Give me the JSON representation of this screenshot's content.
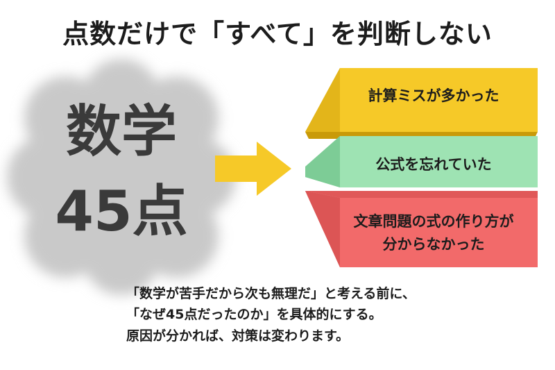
{
  "title": "点数だけで「すべて」を判断しない",
  "score": {
    "line1": "数学",
    "line2": "45点"
  },
  "reasons": [
    {
      "label": "計算ミスが多かった",
      "color": "#f6c928"
    },
    {
      "label": "公式を忘れていた",
      "color": "#9ee3b3"
    },
    {
      "label": "文章問題の式の作り方が分からなかった",
      "line1": "文章問題の式の作り方が",
      "line2": "分からなかった",
      "color": "#f26a6a"
    }
  ],
  "caption": {
    "line1": "「数学が苦手だから次も無理だ」と考える前に、",
    "line2": "「なぜ45点だったのか」を具体的にする。",
    "line3": "原因が分かれば、対策は変わります。"
  },
  "colors": {
    "arrow": "#f6c928",
    "cloud": "#c9c9c9"
  }
}
